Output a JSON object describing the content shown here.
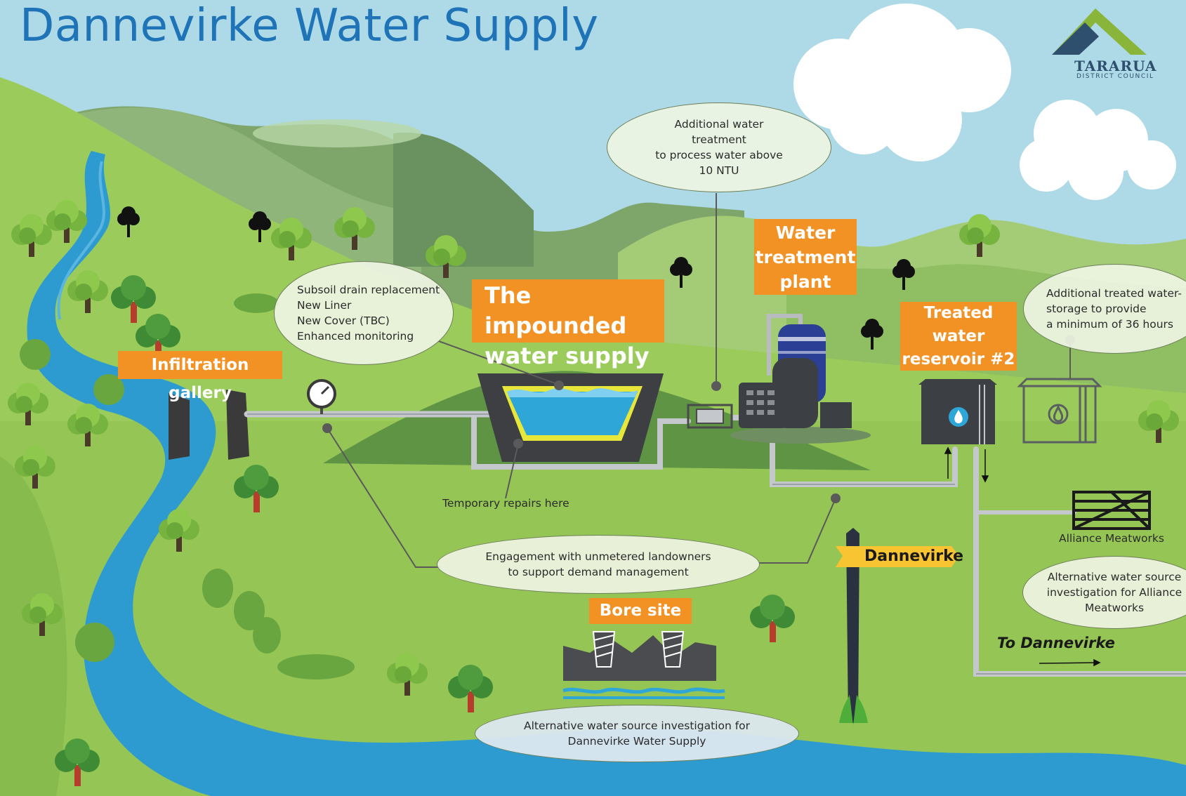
{
  "title": "Dannevirke Water Supply",
  "logo": {
    "icon": "mountain-logo-icon",
    "name": "TARARUA",
    "subtitle": "DISTRICT COUNCIL",
    "colors": {
      "green": "#8ab53b",
      "navy": "#2f4f6f"
    }
  },
  "labels": {
    "infiltration_gallery": "Infiltration gallery",
    "impounded_line1": "The impounded",
    "impounded_line2": "water supply",
    "treatment_line1": "Water",
    "treatment_line2": "treatment",
    "treatment_line3": "plant",
    "reservoir_line1": "Treated",
    "reservoir_line2": "water",
    "reservoir_line3": "reservoir #2",
    "bore_site": "Bore site",
    "dannevirke_sign": "Dannevirke",
    "to_dannevirke": "To Dannevirke",
    "alliance_meatworks": "Alliance Meatworks",
    "temporary_repairs": "Temporary repairs here"
  },
  "bubbles": {
    "subsoil": [
      "Subsoil drain replacement",
      "New Liner",
      "New Cover (TBC)",
      "Enhanced monitoring"
    ],
    "treatment": [
      "Additional water",
      "treatment",
      "to process water above",
      "10 NTU"
    ],
    "storage": [
      "Additional treated water-",
      "storage to provide",
      "a minimum of 36 hours"
    ],
    "engagement": [
      "Engagement with unmetered landowners",
      "to support demand management"
    ],
    "alliance_alt": [
      "Alternative water source",
      "investigation for Alliance",
      "Meatworks"
    ],
    "dannevirke_alt": [
      "Alternative water source investigation for",
      "Dannevirke Water Supply"
    ]
  },
  "colors": {
    "title_blue": "#1f73b7",
    "tag_orange": "#f39224",
    "river_blue": "#2e9bd0",
    "grass_green": "#9acb5a",
    "hill_dark": "#5d8a4c",
    "pipe_grey": "#c4c8cc",
    "machine_dark": "#3c3f44",
    "tank_blue": "#2b3f95",
    "sign_yellow": "#f8c431"
  }
}
